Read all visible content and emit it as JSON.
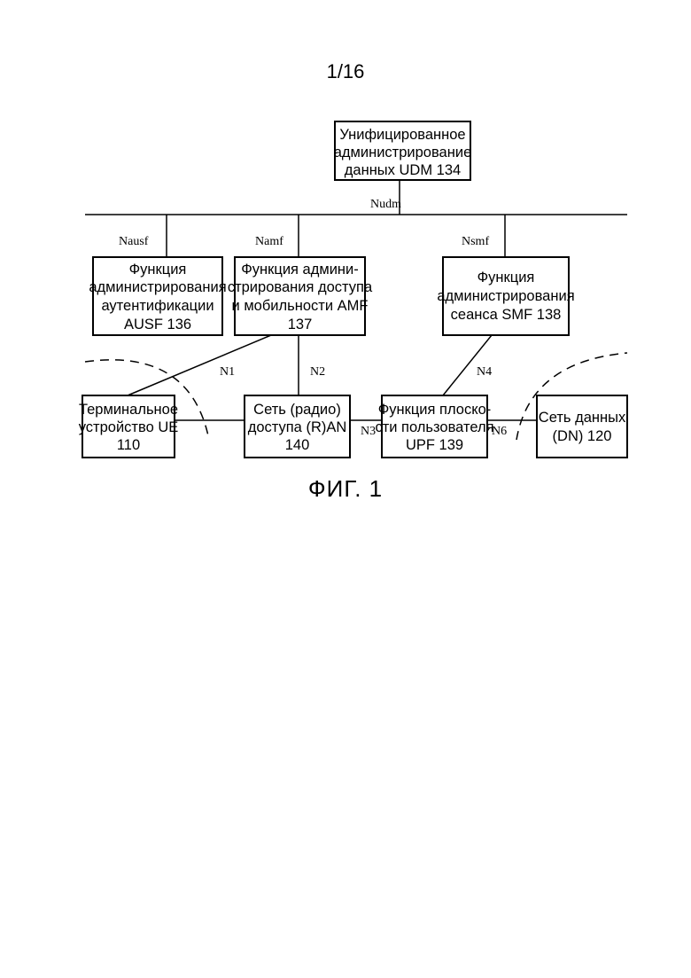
{
  "page": {
    "number": "1/16",
    "caption": "ФИГ. 1"
  },
  "nodes": {
    "udm": [
      "Унифицированное",
      "администрирование",
      "данных UDM 134"
    ],
    "ausf": [
      "Функция",
      "администрирования",
      "аутентификации",
      "AUSF 136"
    ],
    "amf": [
      "Функция админи-",
      "стрирования доступа",
      "и мобильности AMF",
      "137"
    ],
    "smf": [
      "Функция",
      "администрирования",
      "сеанса SMF 138"
    ],
    "ue": [
      "Терминальное",
      "устройство UE",
      "110"
    ],
    "ran": [
      "Сеть (радио)",
      "доступа (R)AN",
      "140"
    ],
    "upf": [
      "Функция плоско-",
      "сти пользователя",
      "UPF 139"
    ],
    "dn": [
      "Сеть данных",
      "(DN) 120"
    ]
  },
  "interfaces": {
    "nudm": "Nudm",
    "nausf": "Nausf",
    "namf": "Namf",
    "nsmf": "Nsmf",
    "n1": "N1",
    "n2": "N2",
    "n3": "N3",
    "n4": "N4",
    "n6": "N6"
  }
}
